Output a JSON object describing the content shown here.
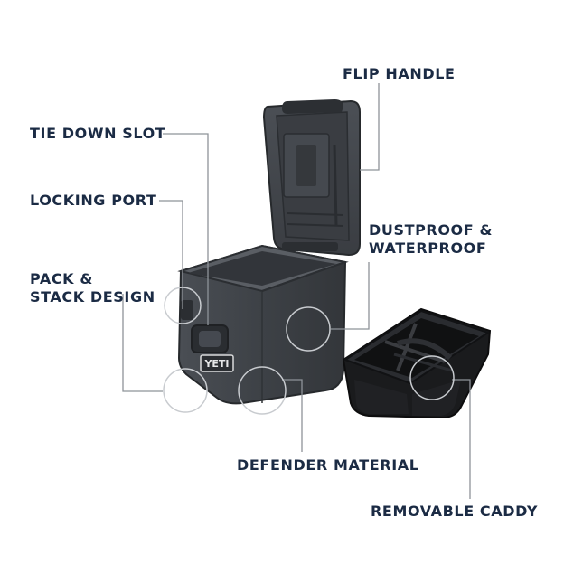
{
  "brand": {
    "logo_text": "YETI"
  },
  "callouts": {
    "flip_handle": "FLIP HANDLE",
    "tie_down_slot": "TIE DOWN SLOT",
    "locking_port": "LOCKING PORT",
    "pack_stack_line1": "PACK &",
    "pack_stack_line2": "STACK DESIGN",
    "dustproof_line1": "DUSTPROOF &",
    "dustproof_line2": "WATERPROOF",
    "defender_material": "DEFENDER MATERIAL",
    "removable_caddy": "REMOVABLE CADDY"
  },
  "colors": {
    "label_text": "#1b2b44",
    "callout_line": "#8e9399",
    "box_body": "#3e4247",
    "box_dark": "#2b2e32",
    "caddy": "#1a1b1d",
    "background": "#ffffff"
  }
}
